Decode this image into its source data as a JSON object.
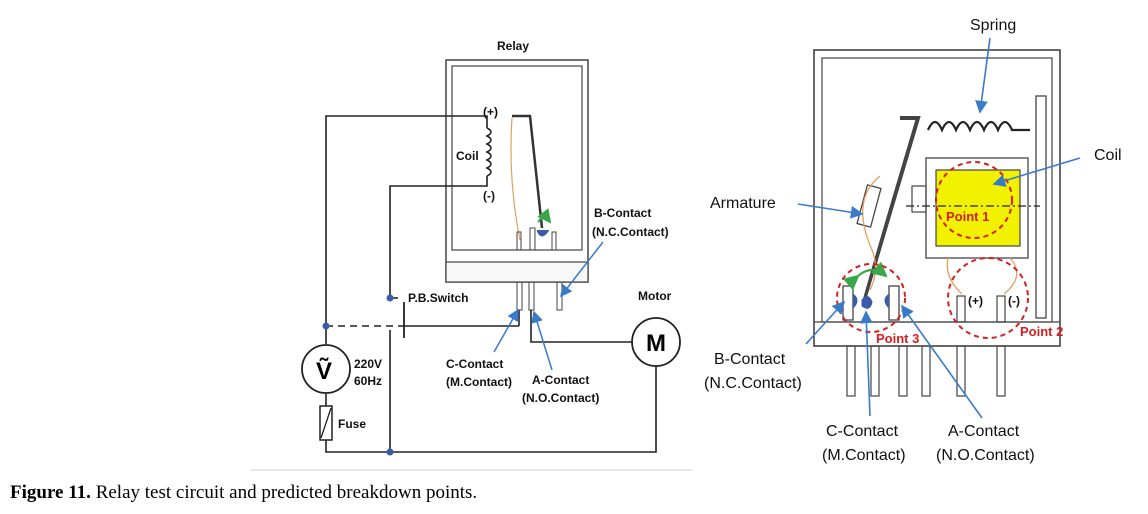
{
  "caption": {
    "label": "Figure 11.",
    "text": " Relay test circuit and predicted breakdown points."
  },
  "left_diagram": {
    "relay": "Relay",
    "coil": "Coil",
    "plus": "(+)",
    "minus": "(-)",
    "pb_switch": "P.B.Switch",
    "b_contact": "B-Contact",
    "b_contact_sub": "(N.C.Contact)",
    "motor": "Motor",
    "motor_symbol": "M",
    "c_contact": "C-Contact",
    "c_contact_sub": "(M.Contact)",
    "a_contact": "A-Contact",
    "a_contact_sub": "(N.O.Contact)",
    "voltage": "220V",
    "frequency": "60Hz",
    "voltmeter_symbol": "Ṽ",
    "fuse": "Fuse"
  },
  "right_diagram": {
    "spring": "Spring",
    "coil": "Coil",
    "armature": "Armature",
    "point1": "Point 1",
    "point2": "Point 2",
    "point3": "Point 3",
    "plus": "(+)",
    "minus": "(-)",
    "b_contact": "B-Contact",
    "b_contact_sub": "(N.C.Contact)",
    "c_contact": "C-Contact",
    "c_contact_sub": "(M.Contact)",
    "a_contact": "A-Contact",
    "a_contact_sub": "(N.O.Contact)"
  },
  "colors": {
    "wire": "#222222",
    "node": "#3a5ba8",
    "highlight": "#f2f200",
    "breakdown": "#d42020",
    "arrow": "#3a7bc8",
    "spring_wire": "#e0a060",
    "moving_arrow": "#3aa84a"
  }
}
